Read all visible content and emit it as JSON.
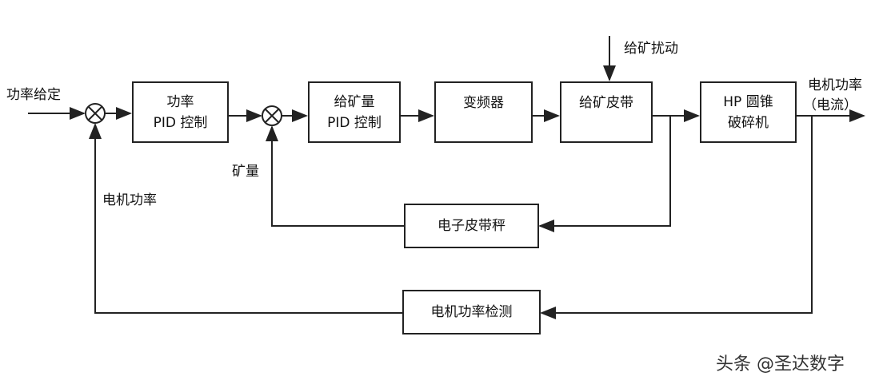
{
  "labels": {
    "power_setpoint": "功率给定",
    "ore_amount": "矿量",
    "motor_power": "电机功率",
    "feed_disturbance": "给矿扰动",
    "output_line1": "电机功率",
    "output_line2": "（电流）"
  },
  "blocks": {
    "power_pid": [
      "功率",
      "PID 控制"
    ],
    "feed_pid": [
      "给矿量",
      "PID 控制"
    ],
    "vfd": [
      "变频器"
    ],
    "feed_belt": [
      "给矿皮带"
    ],
    "crusher": [
      "HP 圆锥",
      "破碎机"
    ],
    "belt_scale": [
      "电子皮带秤"
    ],
    "power_detect": [
      "电机功率检测"
    ]
  },
  "watermark": "头条 @圣达数字"
}
